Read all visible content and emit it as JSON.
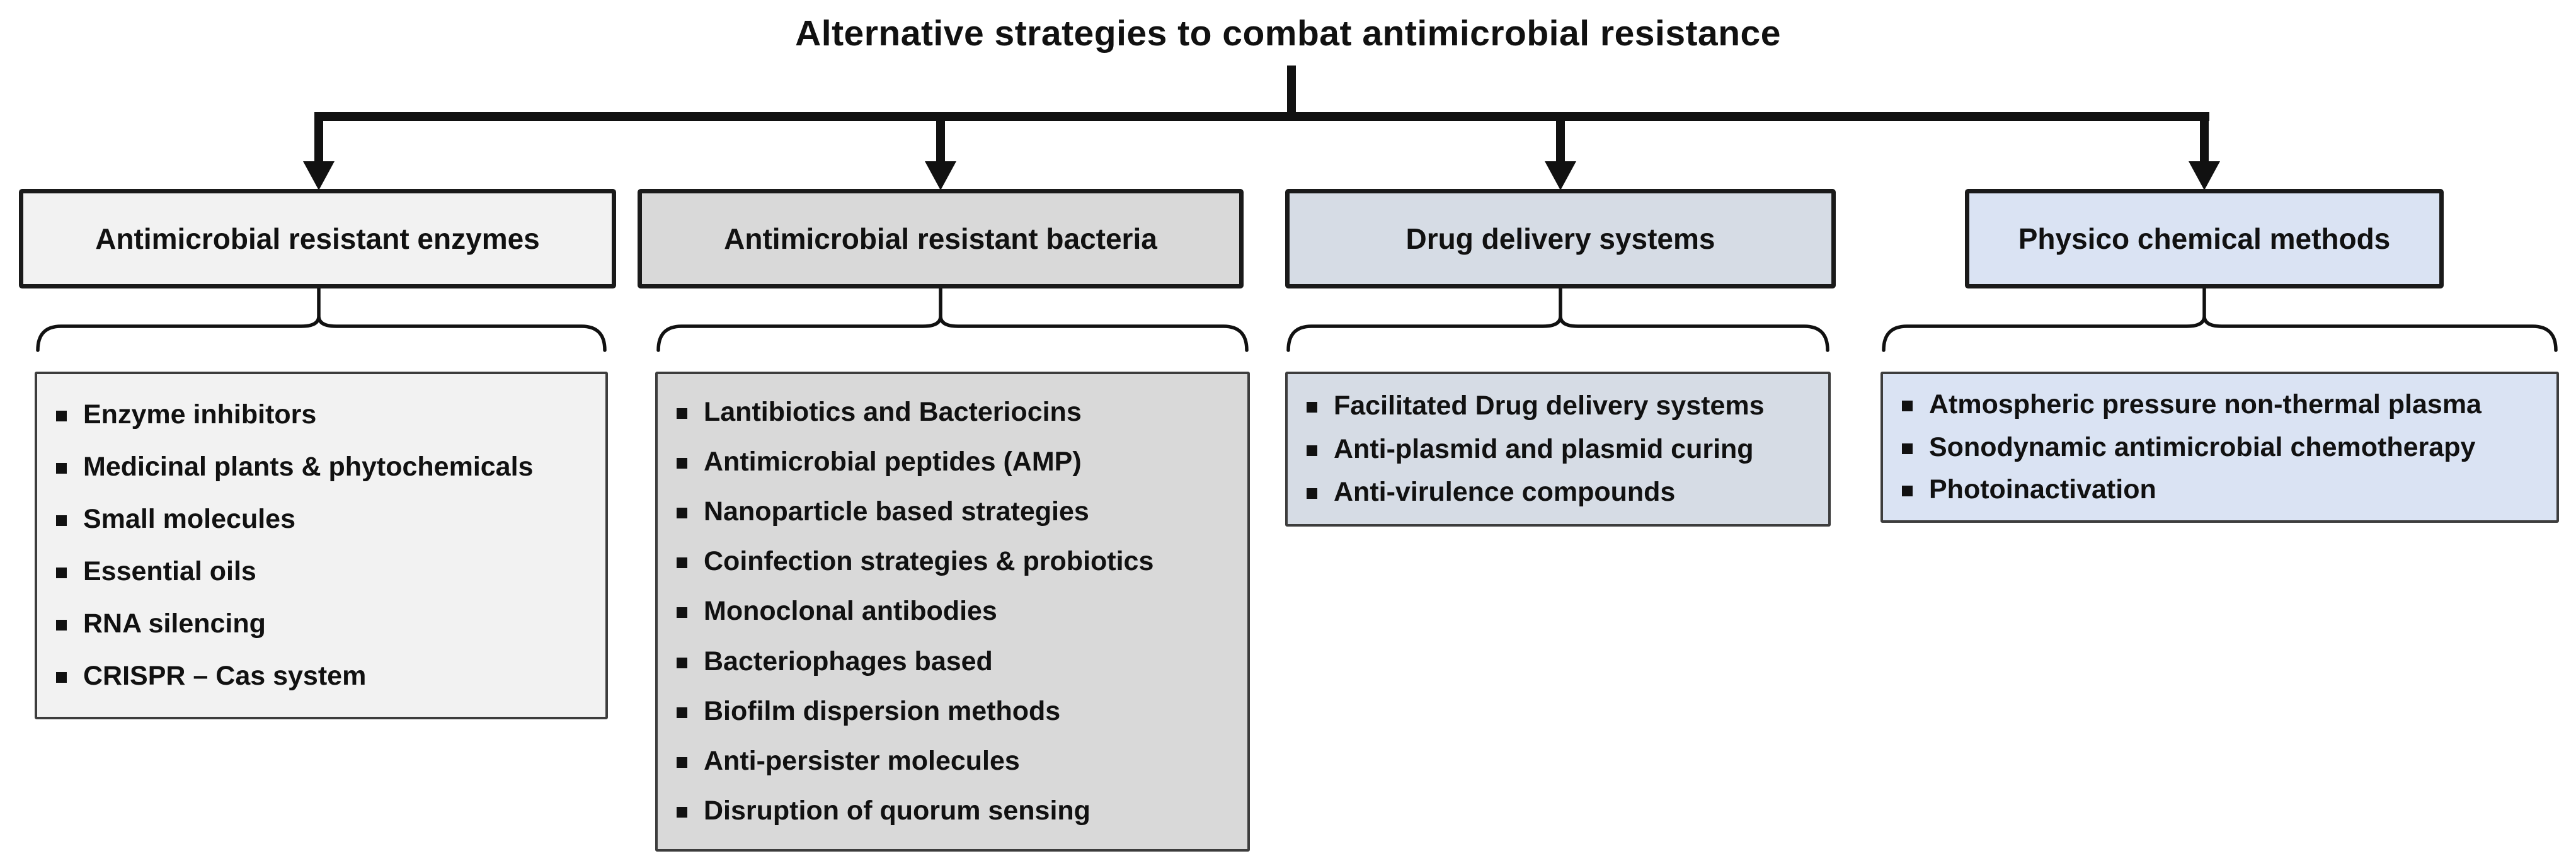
{
  "figure": {
    "title": "Alternative strategies to combat antimicrobial resistance"
  },
  "columns": [
    {
      "header": "Antimicrobial resistant enzymes",
      "bg": "#F2F2F2",
      "items": [
        "Enzyme inhibitors",
        "Medicinal plants & phytochemicals",
        "Small molecules",
        "Essential oils",
        "RNA silencing",
        "CRISPR – Cas system"
      ]
    },
    {
      "header": "Antimicrobial resistant bacteria",
      "bg": "#D9D9D9",
      "items": [
        "Lantibiotics and Bacteriocins",
        "Antimicrobial peptides (AMP)",
        "Nanoparticle based strategies",
        "Coinfection strategies & probiotics",
        "Monoclonal antibodies",
        "Bacteriophages based",
        "Biofilm dispersion methods",
        "Anti-persister molecules",
        "Disruption of quorum sensing"
      ]
    },
    {
      "header": "Drug delivery systems",
      "bg": "#D6DCE5",
      "items": [
        "Facilitated Drug delivery systems",
        "Anti-plasmid and plasmid curing",
        "Anti-virulence compounds"
      ]
    },
    {
      "header": "Physico chemical methods",
      "bg": "#DAE3F3",
      "items": [
        "Atmospheric pressure non-thermal plasma",
        "Sonodynamic antimicrobial chemotherapy",
        "Photoinactivation"
      ]
    }
  ],
  "icons": {
    "bullet": "black-square-bullet",
    "arrowhead": "down-arrow",
    "brace": "horizontal-curly-brace"
  },
  "colors": {
    "connector": "#111111",
    "header_border": "#1a1a1a",
    "list_border": "#3d3d3d",
    "text": "#111111",
    "background": "#ffffff"
  }
}
